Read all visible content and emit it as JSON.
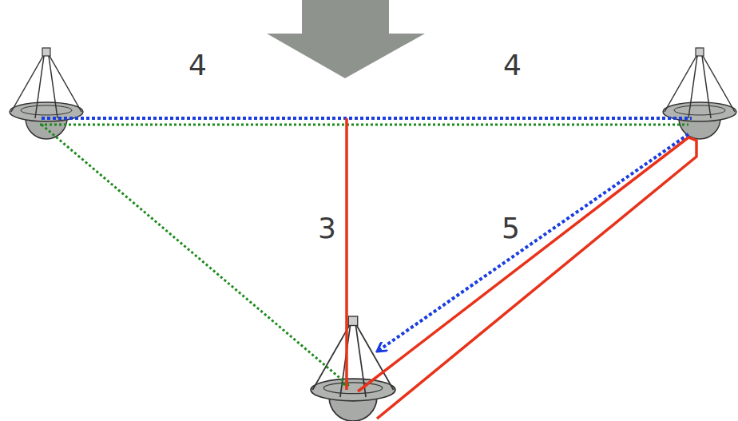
{
  "diagram": {
    "labels": [
      "4",
      "4",
      "3",
      "5"
    ]
  }
}
